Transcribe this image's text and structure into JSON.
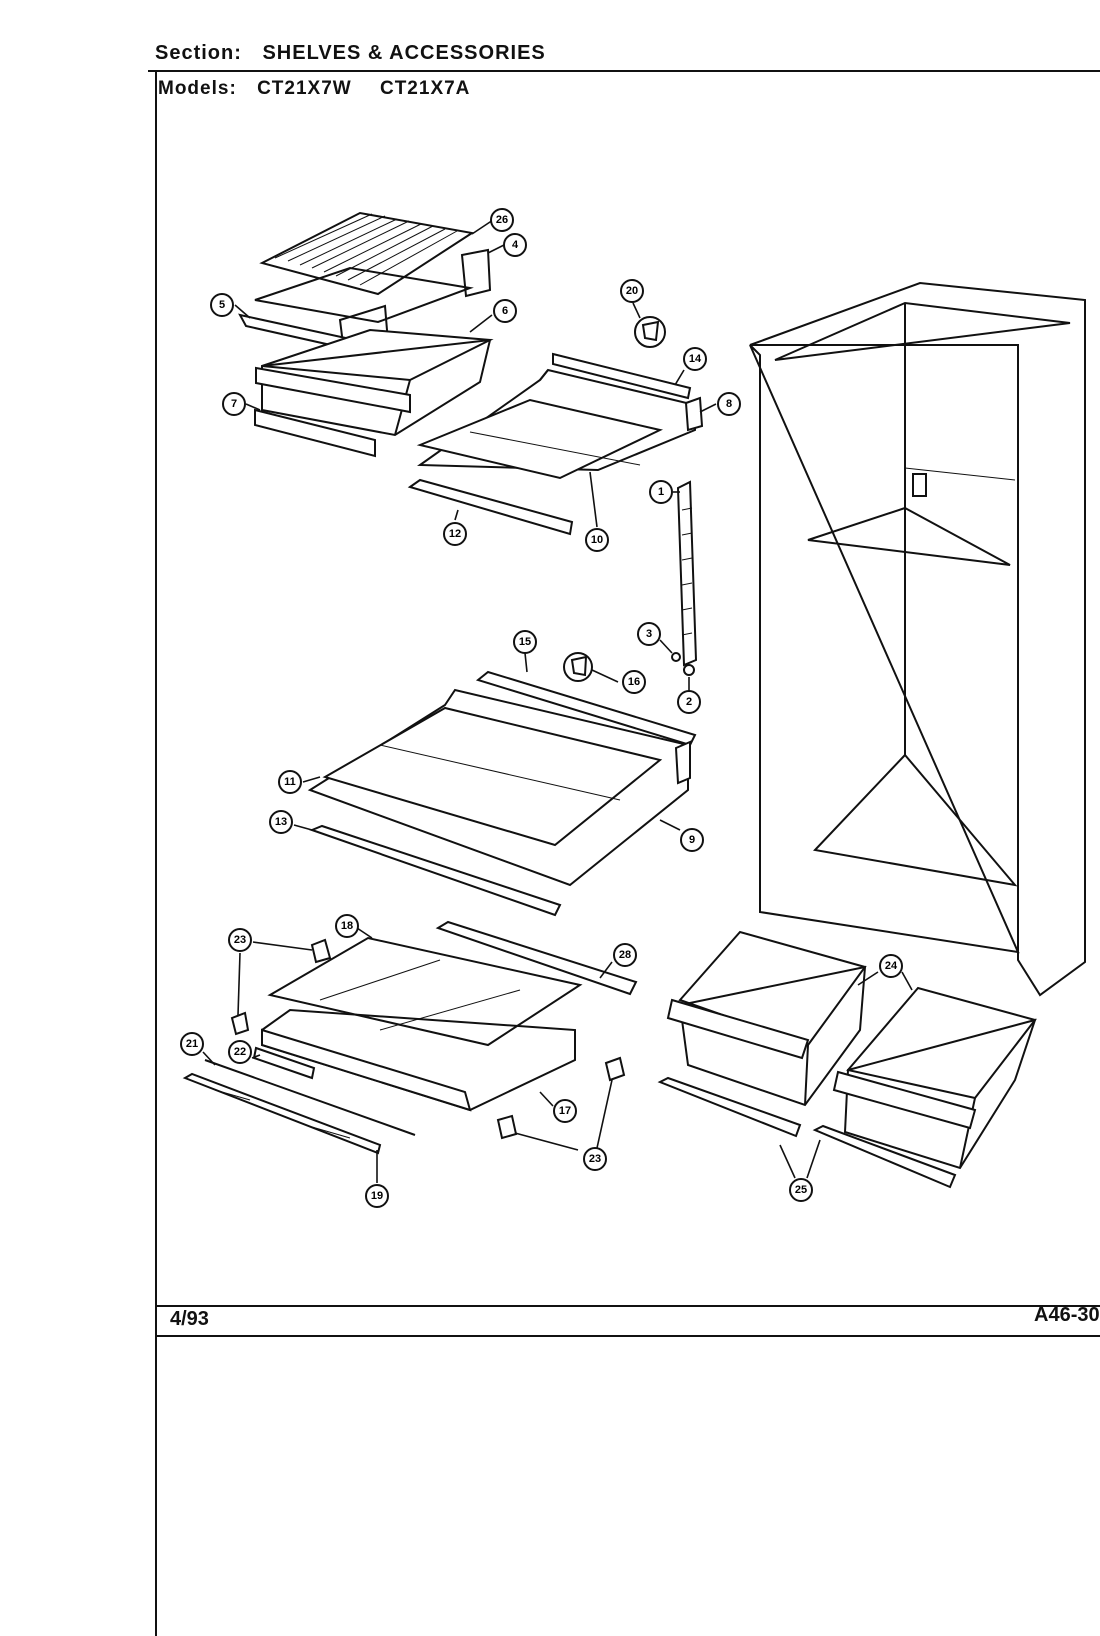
{
  "header": {
    "section_label": "Section:",
    "section_value": "SHELVES & ACCESSORIES",
    "models_label": "Models:",
    "model_1": "CT21X7W",
    "model_2": "CT21X7A"
  },
  "footer": {
    "date": "4/93",
    "code": "A46-30"
  },
  "callouts": [
    "26",
    "4",
    "5",
    "6",
    "7",
    "20",
    "14",
    "8",
    "1",
    "12",
    "10",
    "3",
    "15",
    "16",
    "2",
    "11",
    "13",
    "9",
    "23",
    "18",
    "28",
    "24",
    "21",
    "22",
    "17",
    "19",
    "25"
  ]
}
